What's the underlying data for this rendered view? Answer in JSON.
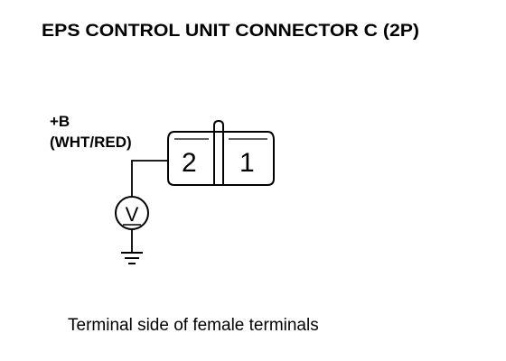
{
  "title": "EPS CONTROL UNIT CONNECTOR C (2P)",
  "signal": {
    "name": "+B",
    "wire_color": "(WHT/RED)"
  },
  "connector": {
    "pins": [
      {
        "number": "2"
      },
      {
        "number": "1"
      }
    ]
  },
  "meter": {
    "icon": "voltmeter-icon",
    "symbol": "V"
  },
  "ground": {
    "icon": "ground-icon"
  },
  "caption": "Terminal side of female terminals"
}
